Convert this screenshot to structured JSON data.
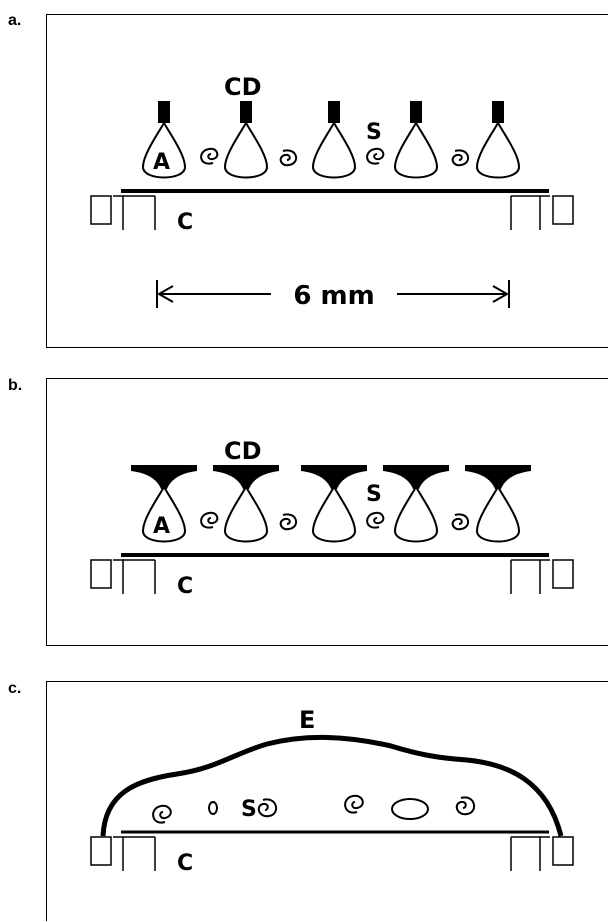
{
  "panels": [
    {
      "label": "a.",
      "labels": {
        "cd": "CD",
        "s": "S",
        "a": "A",
        "c": "C",
        "scale": "6 mm"
      }
    },
    {
      "label": "b.",
      "labels": {
        "cd": "CD",
        "s": "S",
        "a": "A",
        "c": "C"
      }
    },
    {
      "label": "c.",
      "labels": {
        "e": "E",
        "s": "S",
        "c": "C"
      }
    }
  ]
}
